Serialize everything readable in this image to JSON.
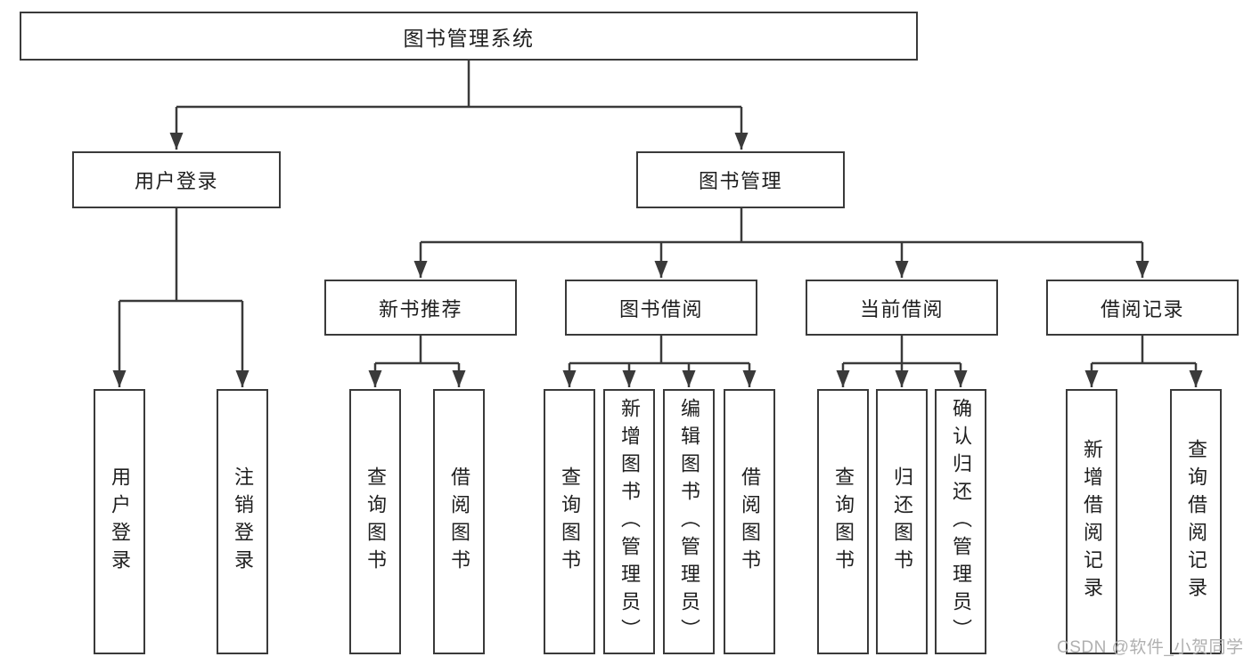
{
  "diagram": {
    "root": "图书管理系统",
    "branches": {
      "user": "用户登录",
      "books": "图书管理"
    },
    "modules": {
      "new_book": "新书推荐",
      "borrow": "图书借阅",
      "current": "当前借阅",
      "records": "借阅记录"
    },
    "leaves": {
      "user": [
        "用户登录",
        "注销登录"
      ],
      "new_book": [
        "查询图书",
        "借阅图书"
      ],
      "borrow": [
        "查询图书",
        "新增图书（管理员）",
        "编辑图书（管理员）",
        "借阅图书"
      ],
      "current": [
        "查询图书",
        "归还图书",
        "确认归还（管理员）"
      ],
      "records": [
        "新增借阅记录",
        "查询借阅记录"
      ]
    }
  },
  "watermark": "CSDN @软件_小贺同学",
  "colors": {
    "line": "#3a3a3a",
    "box_fill": "#ffffff",
    "text": "#1f1f1f",
    "watermark": "#b0b0b0"
  }
}
